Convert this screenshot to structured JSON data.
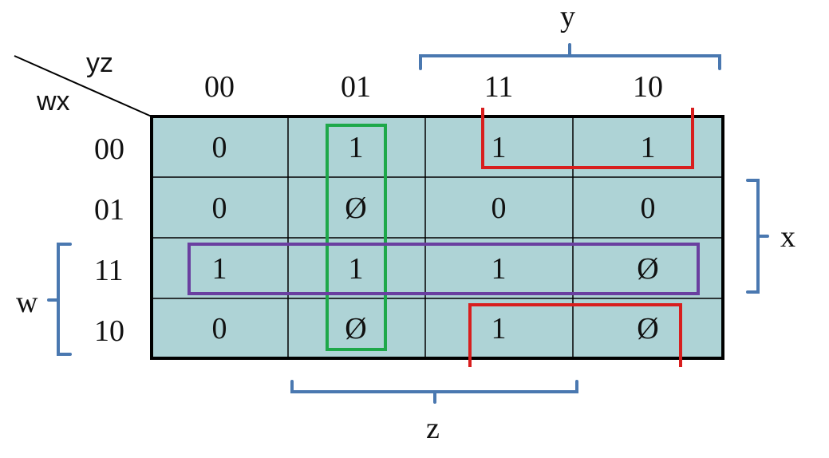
{
  "kmap": {
    "corner": {
      "col_vars": "yz",
      "row_vars": "wx"
    },
    "col_headers": [
      "00",
      "01",
      "11",
      "10"
    ],
    "row_headers": [
      "00",
      "01",
      "11",
      "10"
    ],
    "cells": [
      [
        "0",
        "1",
        "1",
        "1"
      ],
      [
        "0",
        "Ø",
        "0",
        "0"
      ],
      [
        "1",
        "1",
        "1",
        "Ø"
      ],
      [
        "0",
        "Ø",
        "1",
        "Ø"
      ]
    ],
    "brackets": {
      "top": "y",
      "right": "x",
      "left": "w",
      "bottom": "z"
    }
  },
  "colors": {
    "cell_fill": "#aed3d6",
    "grid_line": "#000000",
    "bracket": "#4a78b0",
    "group_green": "#1ea84a",
    "group_purple": "#6a3fa0",
    "group_red": "#d81e1e"
  }
}
